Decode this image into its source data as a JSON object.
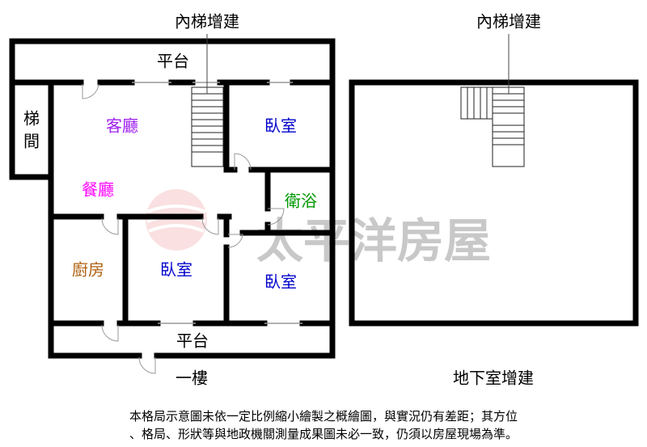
{
  "colors": {
    "wall": "#000000",
    "living": "#a020f0",
    "dining": "#ff00ff",
    "bedroom": "#0000cc",
    "bath": "#009900",
    "kitchen": "#b06010",
    "watermark": "#c8c8c8",
    "logo": "#f0a0a0"
  },
  "first_floor": {
    "title": "一樓",
    "stair_note": "內梯增建",
    "rooms": {
      "platform_top": "平台",
      "stairwell_1": "梯",
      "stairwell_2": "間",
      "living": "客廳",
      "dining": "餐廳",
      "bedroom_top_right": "臥室",
      "bath": "衛浴",
      "kitchen": "廚房",
      "bedroom_middle": "臥室",
      "bedroom_bottom_right": "臥室",
      "platform_bottom": "平台"
    }
  },
  "basement": {
    "title": "地下室增建",
    "stair_note": "內梯增建"
  },
  "watermark": "太平洋房屋",
  "disclaimer": {
    "line1": "本格局示意圖未依一定比例縮小繪製之概繪圖，與實況仍有差距；其方位",
    "line2": "、格局、形狀等與地政機關測量成果圖未必一致，仍須以房屋現場為準。"
  }
}
